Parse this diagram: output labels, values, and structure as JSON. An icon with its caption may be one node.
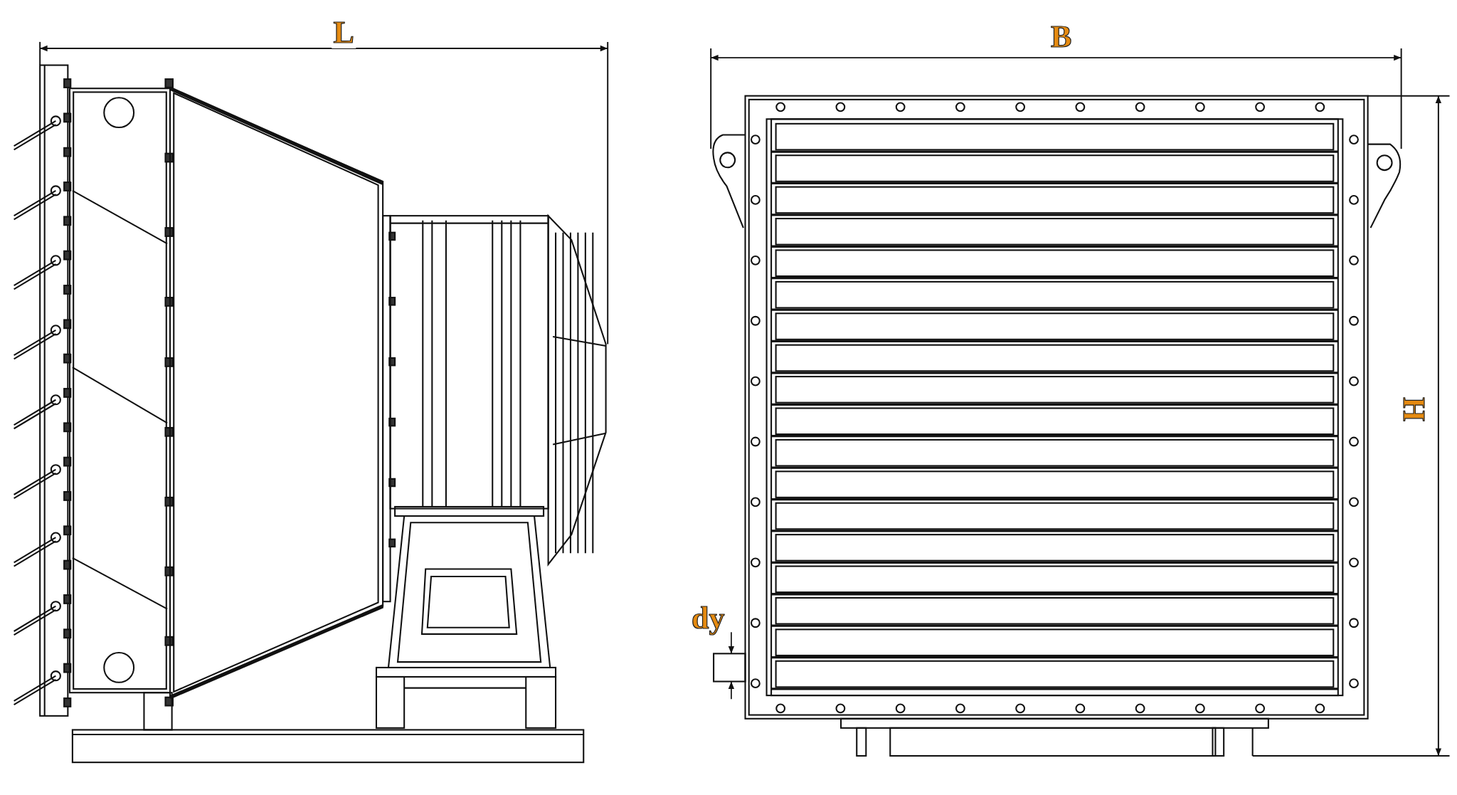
{
  "diagram": {
    "labels": [
      "L",
      "B",
      "H",
      "dy"
    ]
  }
}
